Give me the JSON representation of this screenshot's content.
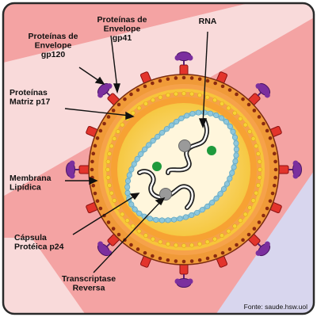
{
  "labels": {
    "gp41": [
      "Proteínas de",
      "Envelope",
      "gp41"
    ],
    "gp120": [
      "Proteínas de",
      "Envelope",
      "gp120"
    ],
    "rna": [
      "RNA"
    ],
    "p17": [
      "Proteínas",
      "Matriz p17"
    ],
    "membrana": [
      "Membrana",
      "Lipídica"
    ],
    "capsula": [
      "Cápsula",
      "Protéica p24"
    ],
    "transcriptase": [
      "Transcriptase",
      "Reversa"
    ]
  },
  "credit": "Fonte: saude.hsw.uol",
  "colors": {
    "frame": "#2a2a2a",
    "background_pink": "#f4a3a3",
    "background_light": "#f9dada",
    "background_lavender": "#d8d6ee",
    "membrane_orange": "#f09a38",
    "lipid_brown": "#8a2a10",
    "gp41_red": "#e3342c",
    "gp120_purple": "#7b2f9e",
    "matrix_yellow": "#f7d236",
    "capsid_cream": "#fff6dc",
    "capsid_beads": "#8ec7dc",
    "rna_stroke": "#222222",
    "transcriptase_gray": "#9a9a9a",
    "integrase_green": "#1e9a3c"
  }
}
